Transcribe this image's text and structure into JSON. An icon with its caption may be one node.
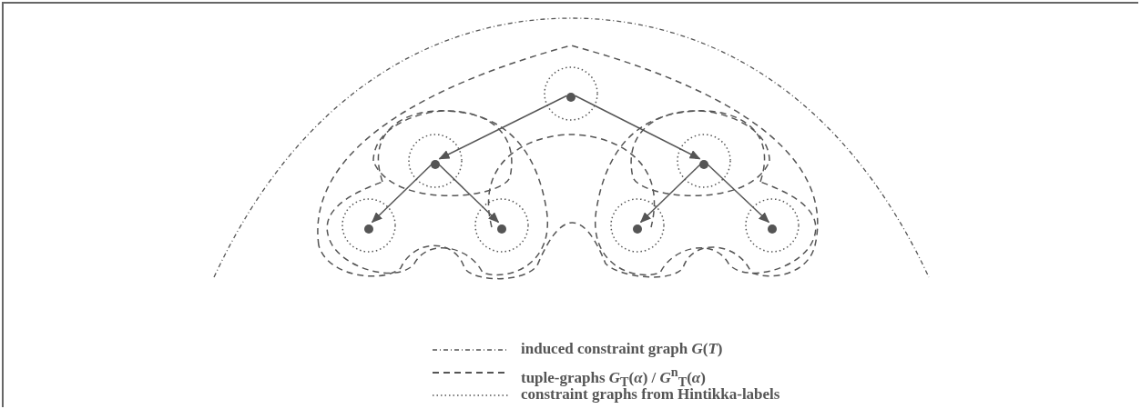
{
  "diagram": {
    "nodes": [
      {
        "text": [],
        "shape": "circle"
      },
      {
        "text": [],
        "shape": "circle"
      },
      {
        "text": [],
        "shape": "circle"
      },
      {
        "text": [],
        "shape": "circle"
      },
      {
        "text": [],
        "shape": "circle"
      },
      {
        "text": [],
        "shape": "circle"
      },
      {
        "text": [],
        "shape": "circle"
      }
    ],
    "edges": [
      {
        "from": 0,
        "to": 1,
        "arrow": "to"
      },
      {
        "from": 0,
        "to": 2,
        "arrow": "to"
      },
      {
        "from": 1,
        "to": 3,
        "arrow": "to"
      },
      {
        "from": 1,
        "to": 4,
        "arrow": "to"
      },
      {
        "from": 2,
        "to": 5,
        "arrow": "to"
      },
      {
        "from": 2,
        "to": 6,
        "arrow": "to"
      }
    ],
    "legend": [
      {
        "text": "induced constraint graph *G*(*T*)"
      },
      {
        "text": "tuple-graphs *G*$_{T}$(*α*) / *G*$^{n}$$_{T}$(*α*)"
      },
      {
        "text": "constraint graphs from Hintikka-labels"
      }
    ]
  }
}
